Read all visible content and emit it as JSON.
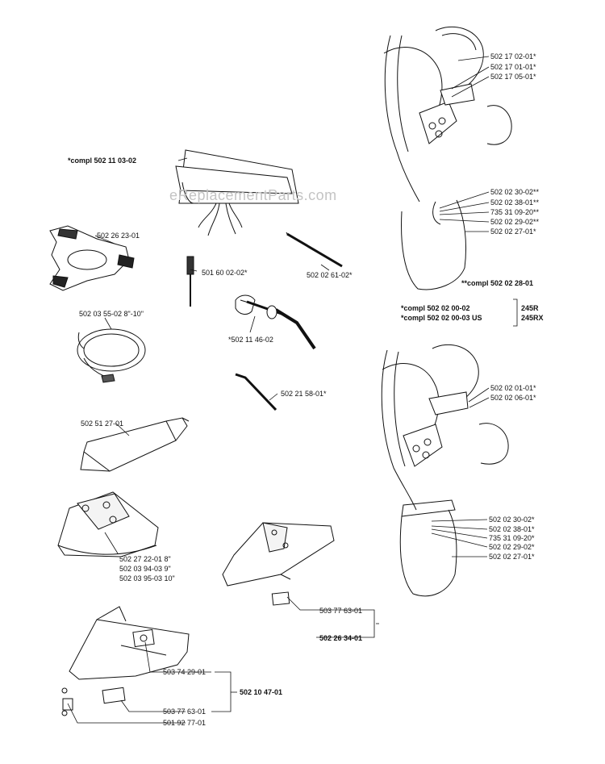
{
  "watermark": "eReplacementParts.com",
  "labels": {
    "tool_bag": "*compl 502 11 03-02",
    "flange_disc": "502 26 23-01",
    "rod": "502 02 61-02*",
    "screwdriver": "501 60 02-02*",
    "guard_ring": "502 03 55-02 8\"-10\"",
    "box_spanner": "*502 11 46-02",
    "hex_key": "502 21 58-01*",
    "grease_tube": "502 51 27-01",
    "guard_1": "502 27 22-01 8\"",
    "guard_2": "502 03 94-03 9\"",
    "guard_3": "502 03 95-03 10\"",
    "guard_kit_plate": "503 77 63-01",
    "guard_kit": "502 26 34-01",
    "big_guard_plate": "503 74 29-01",
    "big_guard_kit": "502 10 47-01",
    "big_guard_plate2": "503 77 63-01",
    "big_guard_screw": "501 92 77-01",
    "harness1_a": "502 17 02-01*",
    "harness1_b": "502 17 01-01*",
    "harness1_c": "502 17 05-01*",
    "harness1_d": "502 02 30-02**",
    "harness1_e": "502 02 38-01**",
    "harness1_f": "735 31 09-20**",
    "harness1_g": "502 02 29-02**",
    "harness1_h": "502 02 27-01*",
    "harness1_compl": "**compl 502 02 28-01",
    "compl_1": "*compl 502 02 00-02",
    "compl_2": "*compl 502 02 00-03 US",
    "model_1": "245R",
    "model_2": "245RX",
    "harness2_a": "502 02 01-01*",
    "harness2_b": "502 02 06-01*",
    "harness2_c": "502 02 30-02*",
    "harness2_d": "502 02 38-01*",
    "harness2_e": "735 31 09-20*",
    "harness2_f": "502 02 29-02*",
    "harness2_g": "502 02 27-01*"
  }
}
